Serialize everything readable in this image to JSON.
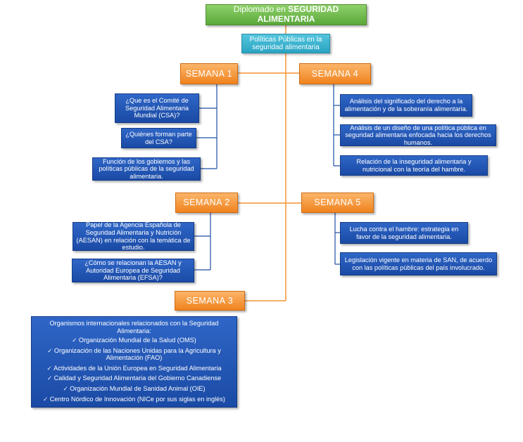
{
  "root": {
    "line1": "Diplomado en ",
    "bold1": "SEGURIDAD",
    "line2": "ALIMENTARIA"
  },
  "sub": "Políticas Públicas en la seguridad alimentaria",
  "weeks": {
    "w1": "SEMANA 1",
    "w2": "SEMANA 2",
    "w3": "SEMANA 3",
    "w4": "SEMANA 4",
    "w5": "SEMANA 5"
  },
  "week1_items": [
    "¿Que es el Comité de Seguridad Alimentaria Mundial (CSA)?",
    "¿Quiénes forman parte del CSA?",
    "Función de los gobiernos y las políticas públicas de la seguridad alimentaria."
  ],
  "week2_items": [
    "Papel de la Agencia Española de Seguridad Alimentaria y Nutrición (AESAN) en relación con la temática de estudio.",
    "¿Cómo se relacionan la AESAN y Autoridad Europea de Seguridad Alimentaria (EFSA)?"
  ],
  "week3": {
    "heading": "Organismos internacionales relacionados con la Seguridad Alimentaria:",
    "items": [
      "Organización Mundial de la Salud (OMS)",
      "Organización de las Naciones Unidas para la Agricultura y Alimentación (FAO)",
      "Actividades de la Unión Europea en Seguridad Alimentaria",
      "Calidad y Seguridad Alimentaria del Gobierno Canadiense",
      "Organización Mundial de Sanidad Animal (OIE)",
      "Centro Nórdico de Innovación (NICe por sus siglas en inglés)"
    ]
  },
  "week4_items": [
    "Análisis del significado del derecho a la alimentación y de la soberanía alimentaria.",
    "Análisis de un diseño de una política pública en seguridad alimentaria enfocada hacia los derechos humanos.",
    "Relación de la inseguridad alimentaria y nutricional con la teoría del hambre."
  ],
  "week5_items": [
    "Lucha contra el hambre: estrategia en favor de la seguridad alimentaria.",
    "Legislación vigente en materia de SAN, de acuerdo con las políticas públicas del país involucrado."
  ],
  "colors": {
    "root": "#6cbf45",
    "sub": "#38b4d2",
    "week": "#f39433",
    "item": "#2358b8",
    "connector_orange": "#f39433",
    "connector_blue": "#1f4fa8"
  }
}
